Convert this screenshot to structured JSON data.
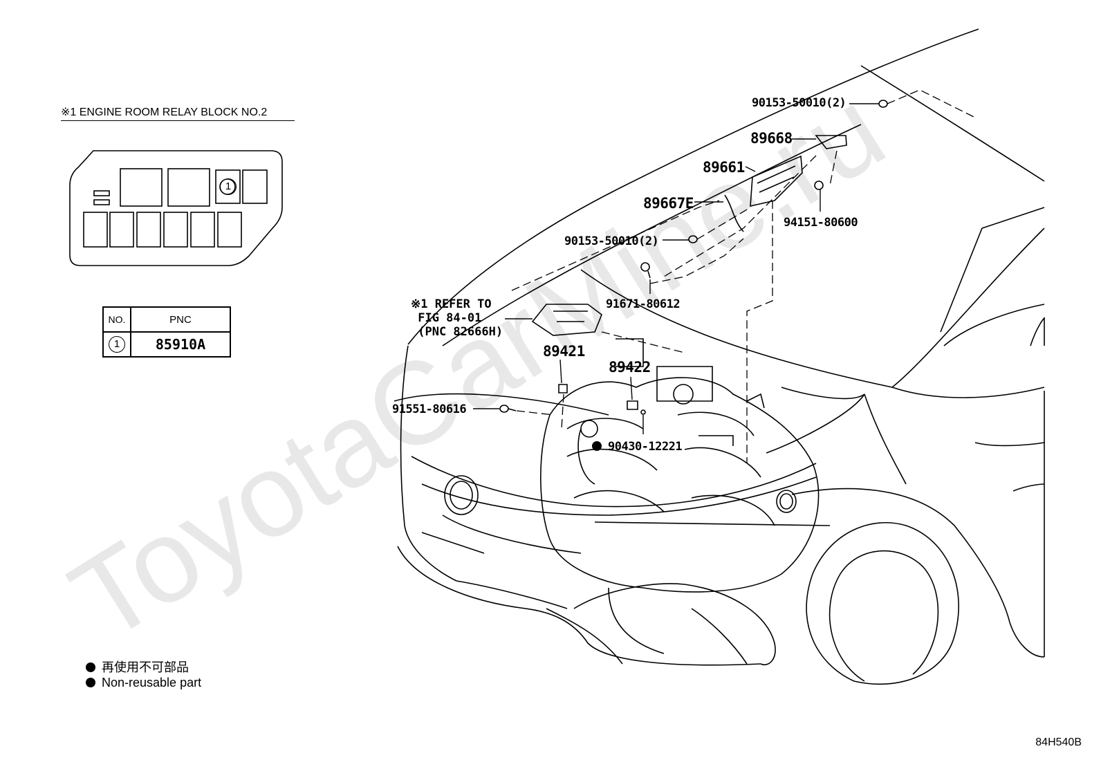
{
  "header": {
    "relay_block_title": "※1 ENGINE ROOM RELAY BLOCK NO.2"
  },
  "relay_block": {
    "slot_marker": "1"
  },
  "pnc_table": {
    "col_no": "NO.",
    "col_pnc": "PNC",
    "rows": [
      {
        "no": "1",
        "pnc": "85910A"
      }
    ]
  },
  "parts": {
    "p90153_top": "90153-50010(2)",
    "p89668": "89668",
    "p89661": "89661",
    "p89667e": "89667E",
    "p94151": "94151-80600",
    "p90153_mid": "90153-50010(2)",
    "p91671": "91671-80612",
    "p89421": "89421",
    "p89422": "89422",
    "p91551": "91551-80616",
    "p90430": "90430-12221"
  },
  "refer_note": "※1 REFER TO\n FIG 84-01\n (PNC 82666H)",
  "legend": {
    "jp": "再使用不可部品",
    "en": "Non-reusable part"
  },
  "watermark": "ToyotaCarMine.ru",
  "diagram_code": "84H540B"
}
